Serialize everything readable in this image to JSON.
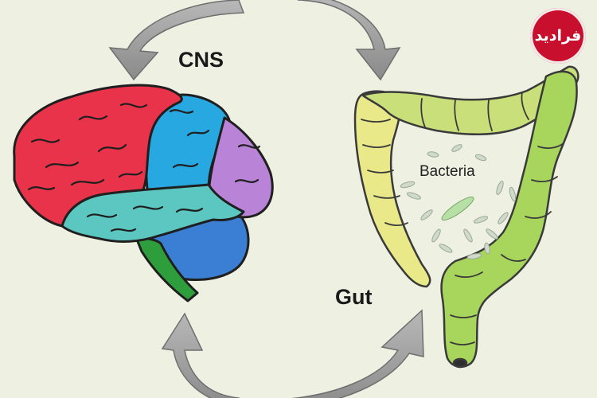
{
  "labels": {
    "cns": "CNS",
    "gut": "Gut",
    "bacteria": "Bacteria"
  },
  "logo": {
    "text": "فرادید",
    "color": "#c8102e"
  },
  "colors": {
    "background": "#eef0e2",
    "arrows": "#9a9a9a",
    "frontal_lobe": "#e8334a",
    "parietal_lobe": "#27a8e0",
    "occipital_lobe": "#b983d8",
    "temporal_lobe": "#5cc7c0",
    "cerebellum": "#3b7fd4",
    "brainstem": "#2e9e3c",
    "colon_ascending": "#e9e98a",
    "colon_transverse": "#c9e07a",
    "colon_descending": "#a8d65c",
    "bacteria": "#cfd9cc"
  },
  "icons": [
    "arrow-top-left-icon",
    "arrow-top-right-icon",
    "arrow-bottom-left-icon",
    "arrow-bottom-right-icon"
  ]
}
